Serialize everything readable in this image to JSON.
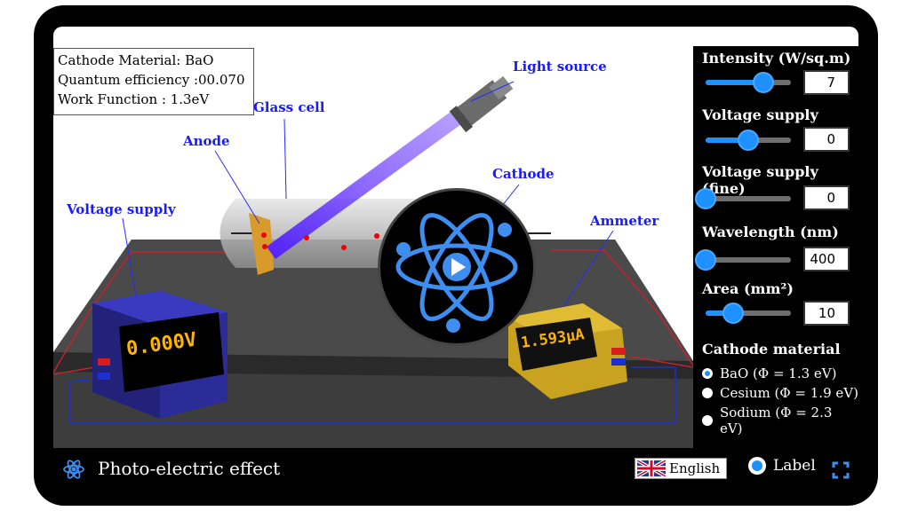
{
  "info": {
    "cathode_material": "Cathode Material: BaO",
    "quantum_efficiency": "Quantum efficiency :00.070",
    "work_function": "Work Function : 1.3eV"
  },
  "scene_labels": {
    "light_source": "Light source",
    "glass_cell": "Glass cell",
    "anode": "Anode",
    "cathode": "Cathode",
    "voltage_supply": "Voltage supply",
    "ammeter": "Ammeter"
  },
  "meters": {
    "voltmeter_reading": "0.000V",
    "ammeter_reading": "1.593μA"
  },
  "controls": {
    "intensity": {
      "label": "Intensity (W/sq.m)",
      "value": "7",
      "fraction": 0.68
    },
    "voltage": {
      "label": "Voltage supply",
      "value": "0",
      "fraction": 0.5
    },
    "voltage_fine": {
      "label": "Voltage supply (fine)",
      "value": "0",
      "fraction": 0.0
    },
    "wavelength": {
      "label": "Wavelength (nm)",
      "value": "400",
      "fraction": 0.0
    },
    "area": {
      "label": "Area (mm²)",
      "value": "10",
      "fraction": 0.32
    }
  },
  "cathode_section": {
    "title": "Cathode material",
    "options": [
      "BaO (Φ = 1.3 eV)",
      "Cesium (Φ = 1.9 eV)",
      "Sodium (Φ = 2.3 eV)"
    ],
    "selected_index": 0
  },
  "footer": {
    "app_title": "Photo-electric effect",
    "language": "English",
    "label_toggle": "Label"
  },
  "colors": {
    "accent": "#1e90ff",
    "beam": "#5b2bff",
    "label": "#1a1aff"
  }
}
